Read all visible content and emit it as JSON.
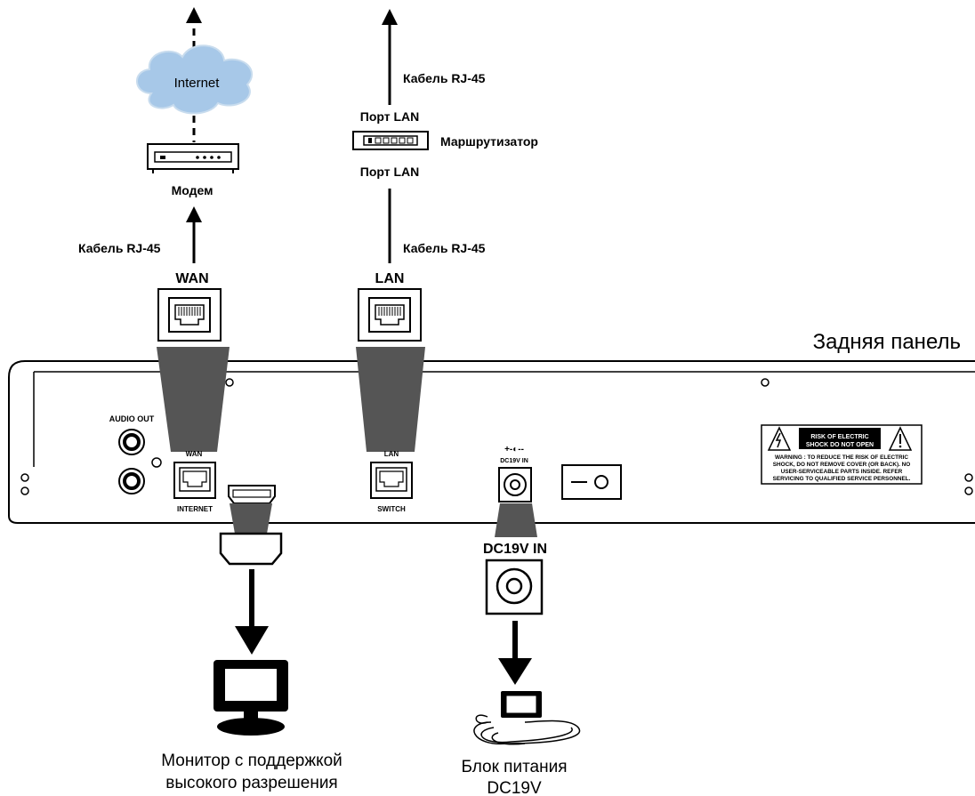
{
  "labels": {
    "internet": "Internet",
    "modem": "Модем",
    "cable_wan": "Кабель RJ-45",
    "wan": "WAN",
    "cable_top": "Кабель RJ-45",
    "lan_port_top": "Порт LAN",
    "router": "Маршрутизатор",
    "lan_port_bottom": "Порт LAN",
    "cable_lan": "Кабель RJ-45",
    "lan": "LAN",
    "rear_panel": "Задняя панель",
    "audio_out": "AUDIO OUT",
    "panel_wan": "WAN",
    "panel_internet": "INTERNET",
    "panel_lan": "LAN",
    "panel_switch": "SWITCH",
    "dc_in_small": "DC19V IN",
    "dc_in": "DC19V IN",
    "monitor_line1": "Монитор с поддержкой",
    "monitor_line2": "высокого разрешения",
    "psu_line1": "Блок питания",
    "psu_line2": "DC19V"
  },
  "warning": {
    "header1": "RISK OF ELECTRIC",
    "header2": "SHOCK DO NOT OPEN",
    "line1": "WARNING : TO REDUCE THE RISK OF ELECTRIC",
    "line2": "SHOCK, DO NOT REMOVE COVER (OR BACK). NO",
    "line3": "USER-SERVICEABLE PARTS INSIDE. REFER",
    "line4": "SERVICING TO QUALIFIED SERVICE PERSONNEL."
  },
  "icons": [
    "internet-cloud-icon",
    "modem-icon",
    "router-icon",
    "rj45-port-icon",
    "hdmi-connector-icon",
    "dc-jack-icon",
    "monitor-icon",
    "power-adapter-icon",
    "warning-triangle-icon"
  ]
}
